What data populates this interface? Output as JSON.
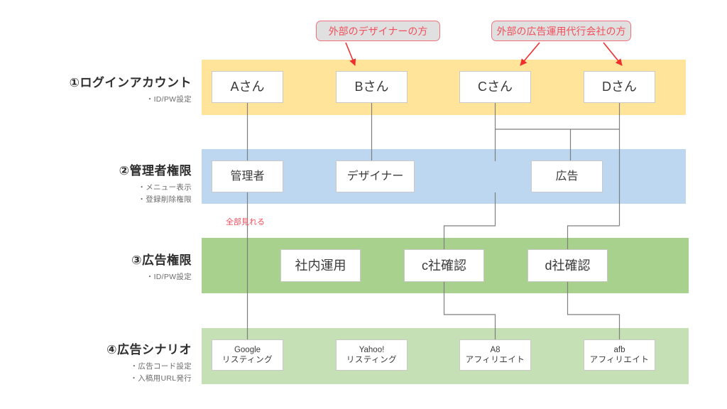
{
  "rows": [
    {
      "title": "①ログインアカウント",
      "sub": [
        "・ID/PW設定"
      ],
      "color": "#ffe49a",
      "nodes": [
        "Aさん",
        "Bさん",
        "Cさん",
        "Dさん"
      ]
    },
    {
      "title": "②管理者権限",
      "sub": [
        "・メニュー表示",
        "・登録削除権限"
      ],
      "color": "#bcd7ef",
      "nodes": [
        "管理者",
        "デザイナー",
        "広告"
      ]
    },
    {
      "title": "③広告権限",
      "sub": [
        "・ID/PW設定"
      ],
      "color": "#a9d18e",
      "nodes": [
        "社内運用",
        "c社確認",
        "d社確認"
      ]
    },
    {
      "title": "④広告シナリオ",
      "sub": [
        "・広告コード設定",
        "・入稿用URL発行"
      ],
      "color": "#c5e0b4",
      "nodes": [
        {
          "line1": "Google",
          "line2": "リスティング"
        },
        {
          "line1": "Yahoo!",
          "line2": "リスティング"
        },
        {
          "line1": "A8",
          "line2": "アフィリエイト"
        },
        {
          "line1": "afb",
          "line2": "アフィリエイト"
        }
      ]
    }
  ],
  "callouts": [
    {
      "text": "外部のデザイナーの方"
    },
    {
      "text": "外部の広告運用代行会社の方"
    }
  ],
  "notes": [
    {
      "text": "全部見れる"
    }
  ],
  "colors": {
    "accent_red": "#f2505c",
    "callout_fill": "#e0e0e0",
    "line": "#7f7f7f",
    "node_border": "#c9c9c9",
    "band_login": "#ffe49a",
    "band_admin": "#bcd7ef",
    "band_adperm": "#a9d18e",
    "band_scenario": "#c5e0b4"
  }
}
